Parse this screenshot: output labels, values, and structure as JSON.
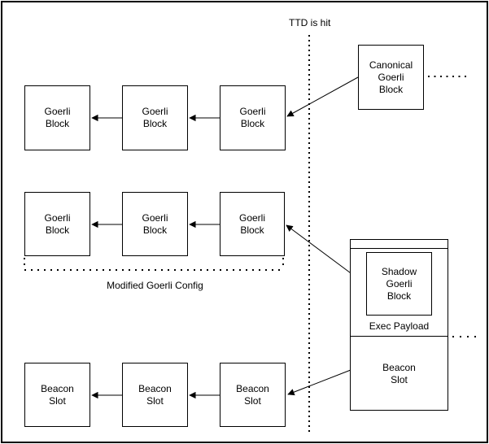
{
  "labels": {
    "ttd": "TTD is hit",
    "modified_goerli_config": "Modified Goerli Config",
    "exec_payload": "Exec Payload"
  },
  "nodes": {
    "goerli_row1": [
      "Goerli\nBlock",
      "Goerli\nBlock",
      "Goerli\nBlock"
    ],
    "goerli_row2": [
      "Goerli\nBlock",
      "Goerli\nBlock",
      "Goerli\nBlock"
    ],
    "beacon_row": [
      "Beacon\nSlot",
      "Beacon\nSlot",
      "Beacon\nSlot"
    ],
    "canonical_block": "Canonical\nGoerli\nBlock",
    "shadow_block": "Shadow\nGoerli\nBlock",
    "beacon_slot_container": "Beacon\nSlot"
  },
  "colors": {
    "stroke": "#000000",
    "background": "#ffffff"
  }
}
